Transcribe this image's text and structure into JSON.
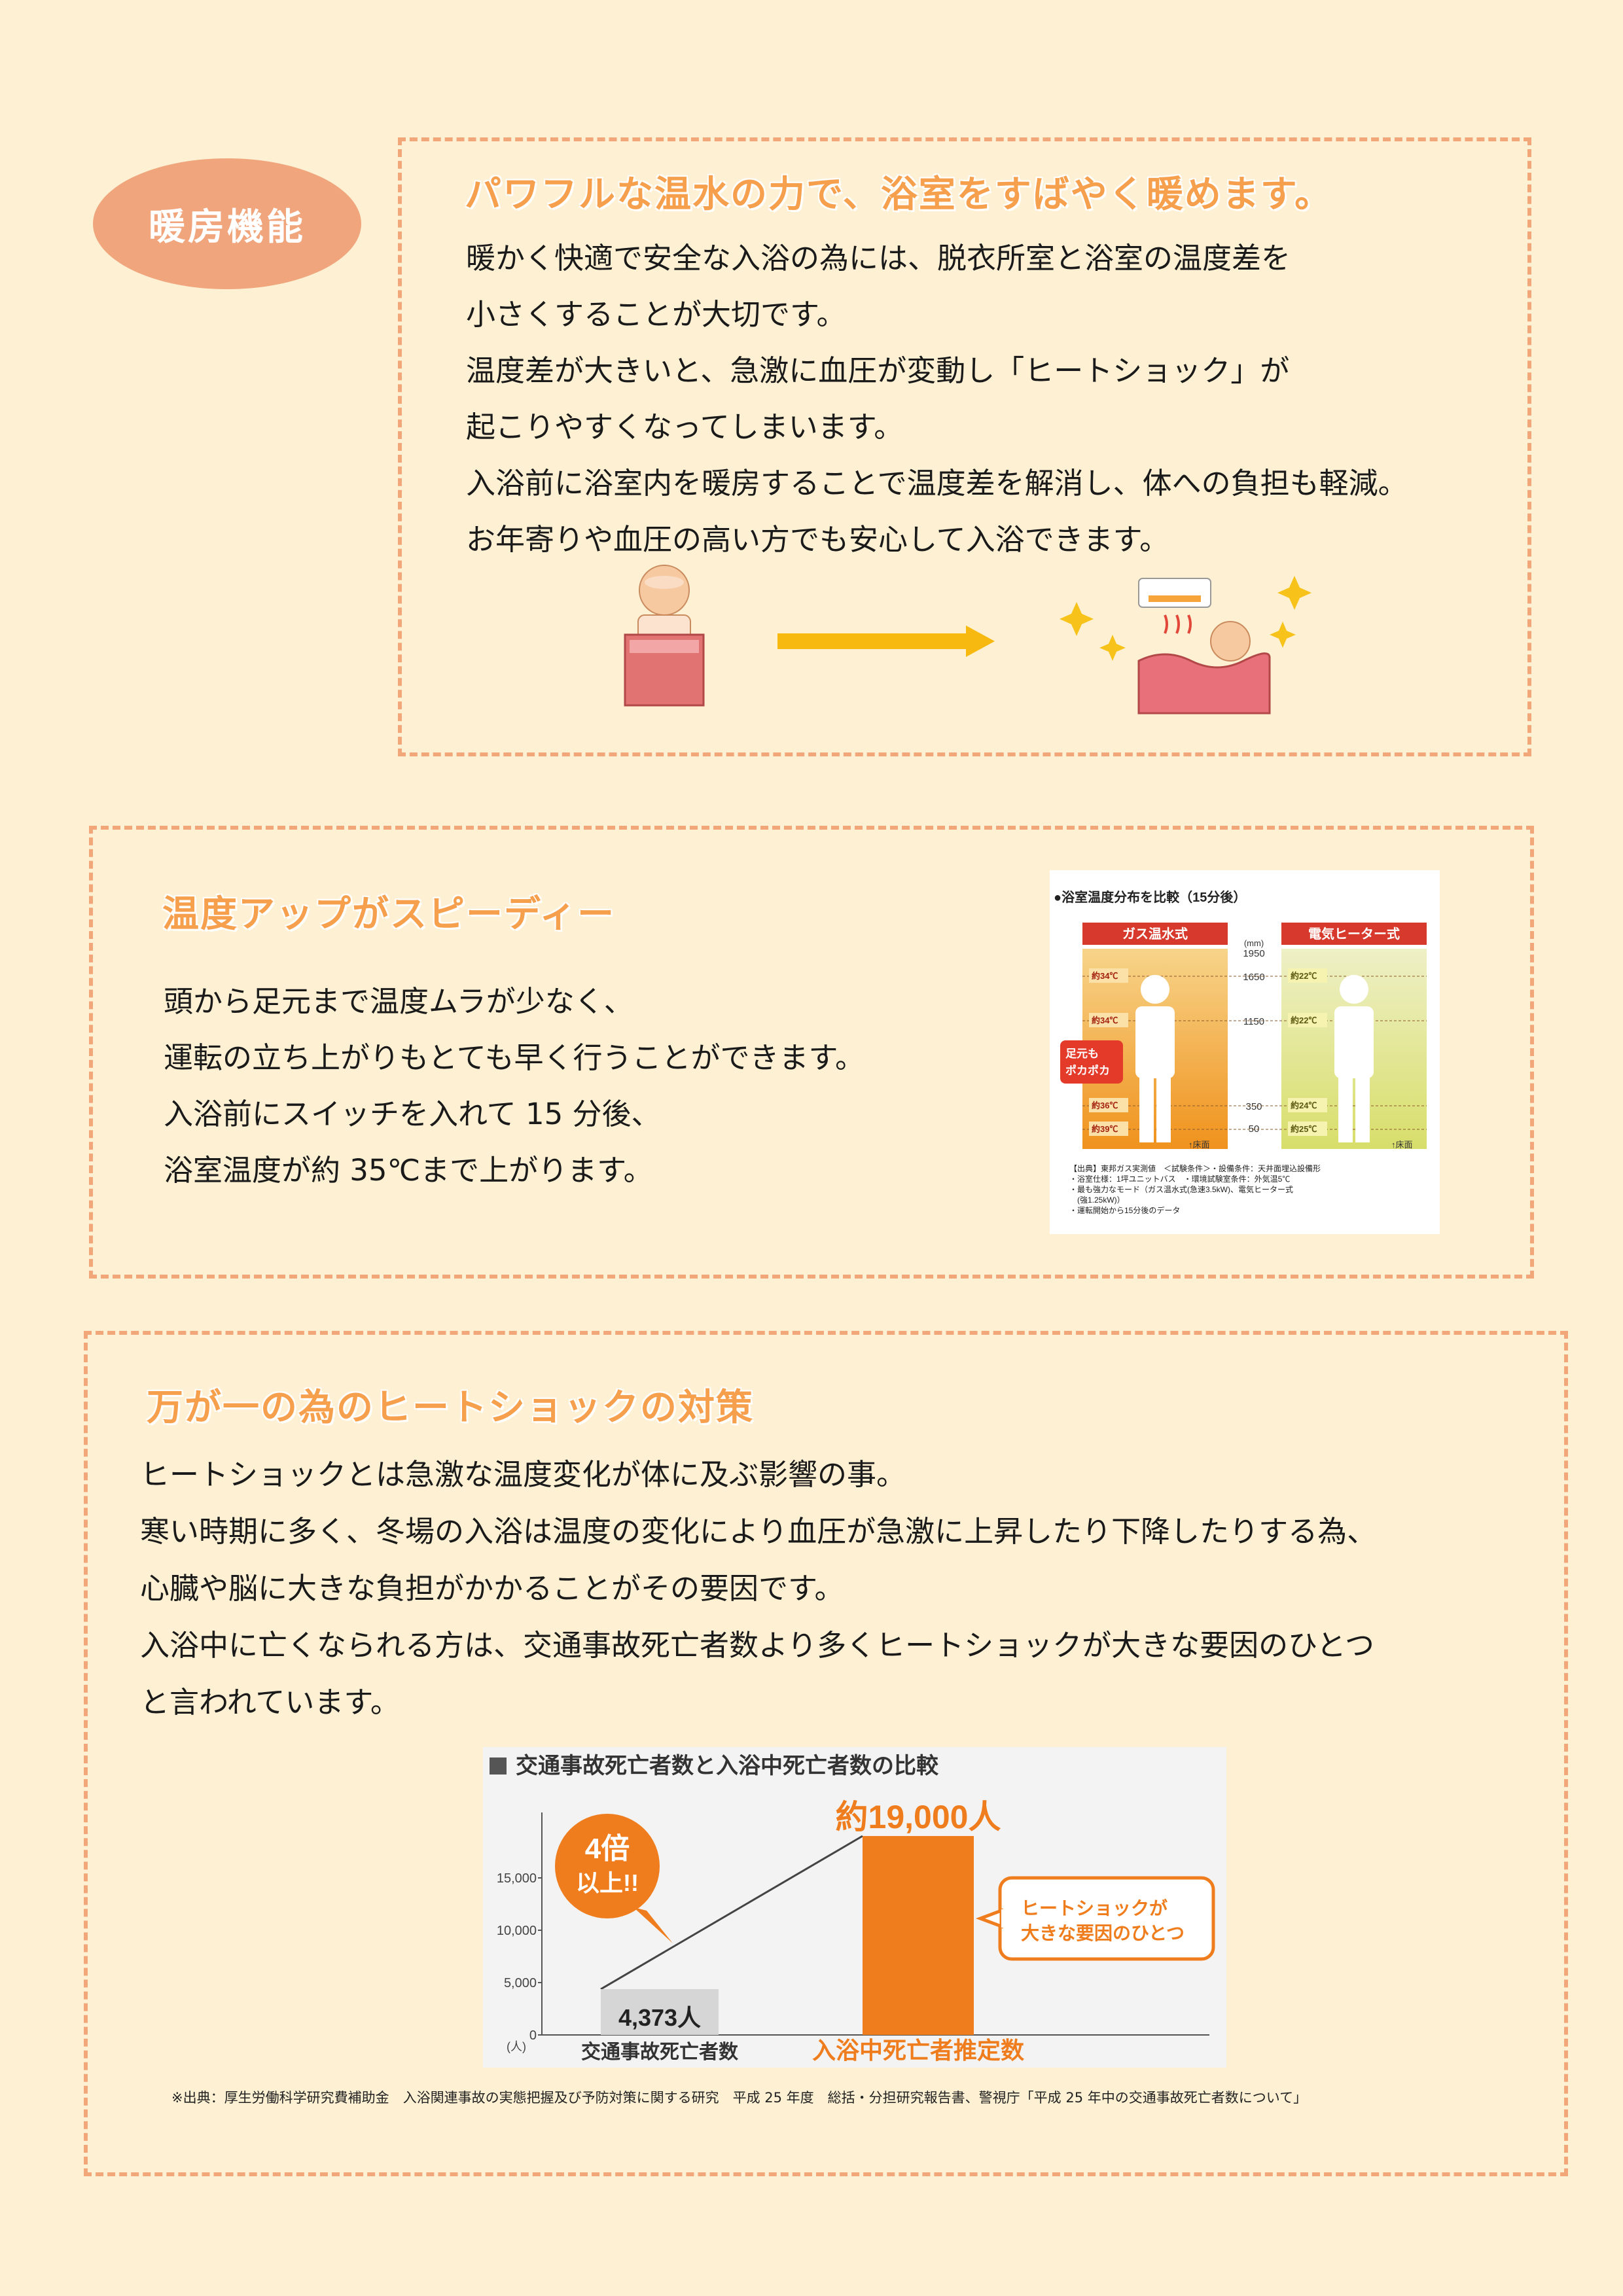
{
  "section1": {
    "tag": "暖房機能",
    "headline": "パワフルな温水の力で、浴室をすばやく暖めます。",
    "lines": [
      "暖かく快適で安全な入浴の為には、脱衣所室と浴室の温度差を",
      "小さくすることが大切です。",
      "温度差が大きいと、急激に血圧が変動し「ヒートショック」が",
      "起こりやすくなってしまいます。",
      "入浴前に浴室内を暖房することで温度差を解消し、体への負担も軽減。",
      "お年寄りや血圧の高い方でも安心して入浴できます。"
    ]
  },
  "section2": {
    "headline": "温度アップがスピーディー",
    "lines": [
      "頭から足元まで温度ムラが少なく、",
      "運転の立ち上がりもとても早く行うことができます。",
      "入浴前にスイッチを入れて 15 分後、",
      "浴室温度が約 35℃まで上がります。"
    ],
    "figure": {
      "title": "●浴室温度分布を比較（15分後）",
      "left_label": "ガス温水式",
      "right_label": "電気ヒーター式",
      "unit": "(mm)",
      "heights": [
        "1950",
        "1650",
        "1150",
        "350",
        "50"
      ],
      "left_temps": [
        "約34℃",
        "約34℃",
        "約36℃",
        "約39℃"
      ],
      "right_temps": [
        "約22℃",
        "約22℃",
        "約24℃",
        "約25℃"
      ],
      "badge_line1": "足元も",
      "badge_line2": "ポカポカ",
      "floor": "↑床面",
      "notes": [
        "【出典】東邦ガス実測値　＜試験条件＞・設備条件：天井面埋込設備形",
        "・浴室仕様：1坪ユニットバス　・環境試験室条件：外気温5℃",
        "・最も強力なモード（ガス温水式(急速3.5kW)、電気ヒーター式",
        "　(強1.25kW)）",
        "・運転開始から15分後のデータ"
      ]
    }
  },
  "section3": {
    "headline": "万が一の為のヒートショックの対策",
    "lines": [
      "ヒートショックとは急激な温度変化が体に及ぶ影響の事。",
      "寒い時期に多く、冬場の入浴は温度の変化により血圧が急激に上昇したり下降したりする為、",
      "心臓や脳に大きな負担がかかることがその要因です。",
      "入浴中に亡くなられる方は、交通事故死亡者数より多くヒートショックが大きな要因のひとつ",
      "と言われています。"
    ],
    "footnote": "※出典：厚生労働科学研究費補助金　入浴関連事故の実態把握及び予防対策に関する研究　平成 25 年度　総括・分担研究報告書、警視庁「平成 25 年中の交通事故死亡者数について」"
  },
  "chart_data": {
    "type": "bar",
    "title": "交通事故死亡者数と入浴中死亡者数の比較",
    "categories": [
      "交通事故死亡者数",
      "入浴中死亡者推定数"
    ],
    "values": [
      4373,
      19000
    ],
    "value_labels": [
      "4,373人",
      "約19,000人"
    ],
    "ylabel": "(人)",
    "yticks": [
      "0",
      "5,000",
      "10,000",
      "15,000"
    ],
    "ylim": [
      0,
      20000
    ],
    "bar_colors": [
      "#d6d6d6",
      "#ef7d1d"
    ],
    "callout_multiplier_line1": "4倍",
    "callout_multiplier_line2": "以上!!",
    "callout_reason_line1": "ヒートショックが",
    "callout_reason_line2": "大きな要因のひとつ"
  },
  "colors": {
    "background": "#fdf0d3",
    "border": "#f2a77a",
    "accent_orange": "#ef7d1d",
    "headline": "#f6a04d",
    "arrow": "#f7b90f"
  }
}
